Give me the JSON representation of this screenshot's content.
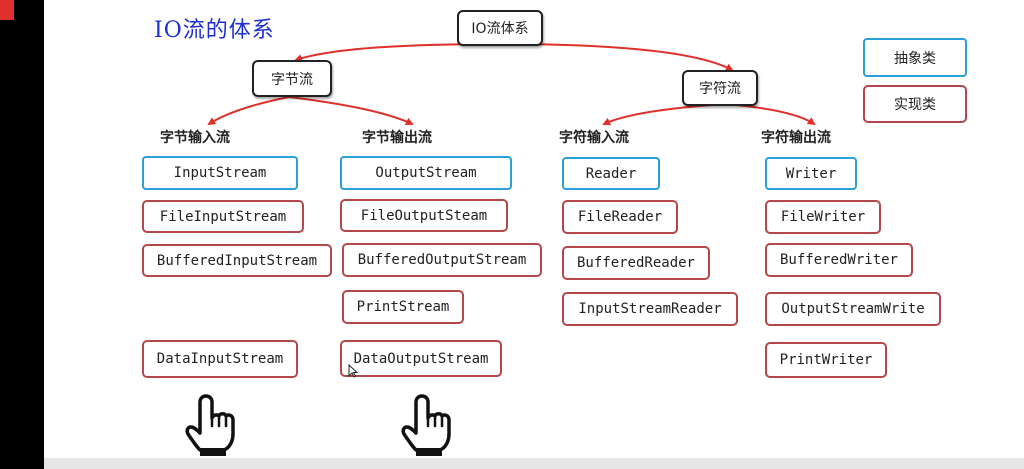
{
  "title": "IO流的体系",
  "root": "IO流体系",
  "branches": {
    "byte": "字节流",
    "char": "字符流"
  },
  "legend": {
    "abstract": "抽象类",
    "impl": "实现类"
  },
  "columns": [
    {
      "heading": "字节输入流",
      "abstract": "InputStream",
      "impls": [
        "FileInputStream",
        "BufferedInputStream",
        "DataInputStream"
      ]
    },
    {
      "heading": "字节输出流",
      "abstract": "OutputStream",
      "impls": [
        "FileOutputSteam",
        "BufferedOutputStream",
        "PrintStream",
        "DataOutputStream"
      ]
    },
    {
      "heading": "字符输入流",
      "abstract": "Reader",
      "impls": [
        "FileReader",
        "BufferedReader",
        "InputStreamReader"
      ]
    },
    {
      "heading": "字符输出流",
      "abstract": "Writer",
      "impls": [
        "FileWriter",
        "BufferedWriter",
        "OutputStreamWrite",
        "PrintWriter"
      ]
    }
  ],
  "colors": {
    "abstract_border": "#2a9fd8",
    "impl_border": "#b4474a",
    "arrow": "#e0302c",
    "title": "#1c2fd0"
  },
  "icons": [
    "pointing-hand-icon",
    "pointing-hand-icon",
    "mouse-cursor-icon"
  ]
}
